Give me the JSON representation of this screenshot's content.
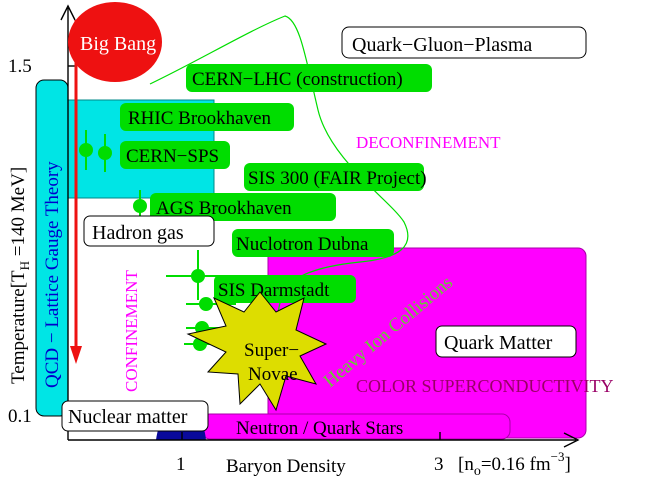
{
  "axes": {
    "ylabel_main": "Temperature[T",
    "ylabel_sub": "H",
    "ylabel_rest": " =140 MeV]",
    "yticks": [
      "1.5",
      "0.1"
    ],
    "xticks": [
      "1",
      "3"
    ],
    "xlabel": "Baryon Density",
    "xunit_main": "[n",
    "xunit_sub": "o",
    "xunit_rest": "=0.16 fm",
    "xunit_exp": "−3",
    "xunit_close": "]"
  },
  "regions": {
    "big_bang": "Big Bang",
    "qgp": "Quark−Gluon−Plasma",
    "hadron_gas": "Hadron  gas",
    "nuclear_matter": "Nuclear matter",
    "quark_matter": "Quark Matter",
    "neutron_stars": "Neutron / Quark Stars",
    "supernovae_1": "Super−",
    "supernovae_2": "Novae",
    "qcd": "QCD − Lattice Gauge Theory"
  },
  "annotations": {
    "deconfinement": "DECONFINEMENT",
    "confinement": "CONFINEMENT",
    "color_sc": "COLOR SUPERCONDUCTIVITY",
    "heavy_ion": "Heavy Ion Collisions"
  },
  "experiments": {
    "lhc": "CERN−LHC (construction)",
    "rhic": "RHIC Brookhaven",
    "sps": "CERN−SPS",
    "sis300": "SIS 300 (FAIR Project)",
    "ags": "AGS Brookhaven",
    "nuclotron": "Nuclotron Dubna",
    "sis": "SIS Darmstadt"
  },
  "colors": {
    "green": "#00dd00",
    "cyan": "#00e5e5",
    "magenta": "#ff00ff",
    "red": "#ee1111",
    "navy": "#0a0a9a",
    "yellow": "#dddd00",
    "purple": "#990066"
  }
}
